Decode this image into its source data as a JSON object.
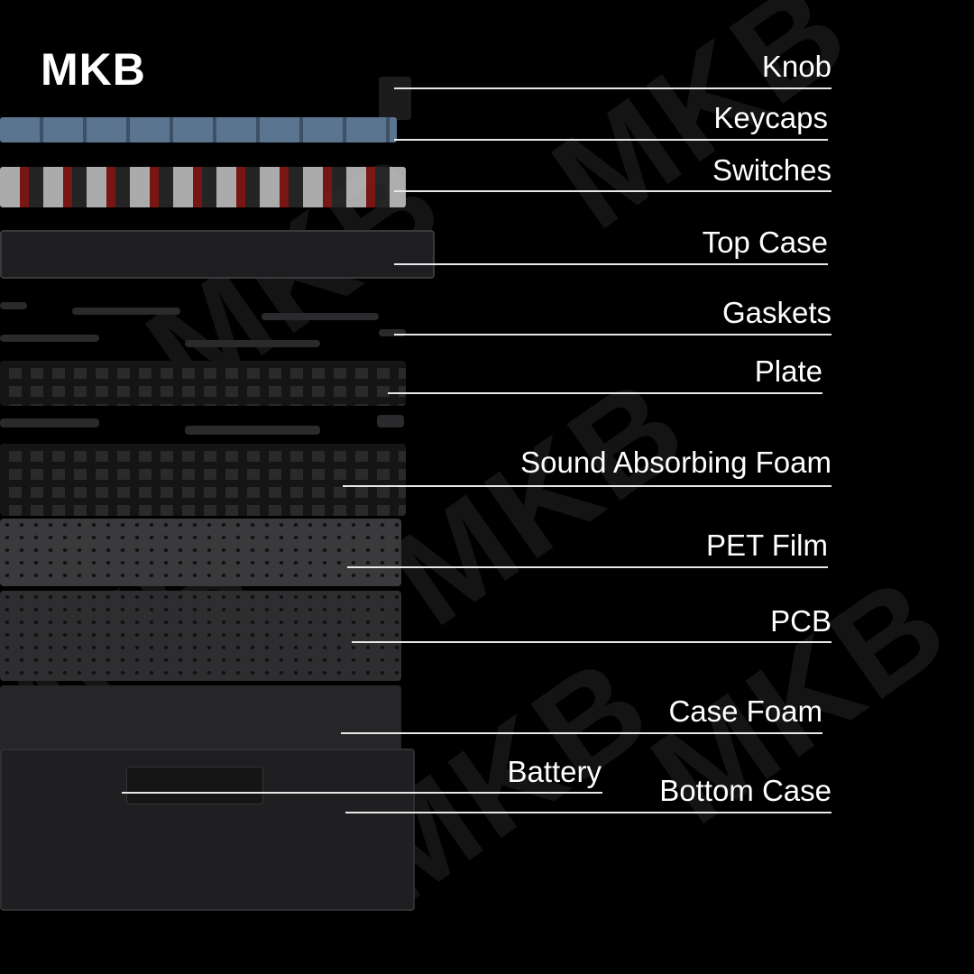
{
  "brand": {
    "logo": "MKB",
    "watermark": "MKB"
  },
  "colors": {
    "background": "#000000",
    "keycaps": "#5b7590",
    "switch_stem": "#b0201c",
    "layer": "#2a2a2c",
    "leader_line": "#e8e8e8"
  },
  "components": [
    {
      "id": "knob",
      "label": "Knob"
    },
    {
      "id": "keycaps",
      "label": "Keycaps"
    },
    {
      "id": "switches",
      "label": "Switches"
    },
    {
      "id": "top-case",
      "label": "Top Case"
    },
    {
      "id": "gaskets",
      "label": "Gaskets"
    },
    {
      "id": "plate",
      "label": "Plate"
    },
    {
      "id": "sound-foam",
      "label": "Sound Absorbing Foam"
    },
    {
      "id": "pet-film",
      "label": "PET Film"
    },
    {
      "id": "pcb",
      "label": "PCB"
    },
    {
      "id": "case-foam",
      "label": "Case Foam"
    },
    {
      "id": "battery",
      "label": "Battery"
    },
    {
      "id": "bottom-case",
      "label": "Bottom Case"
    }
  ]
}
